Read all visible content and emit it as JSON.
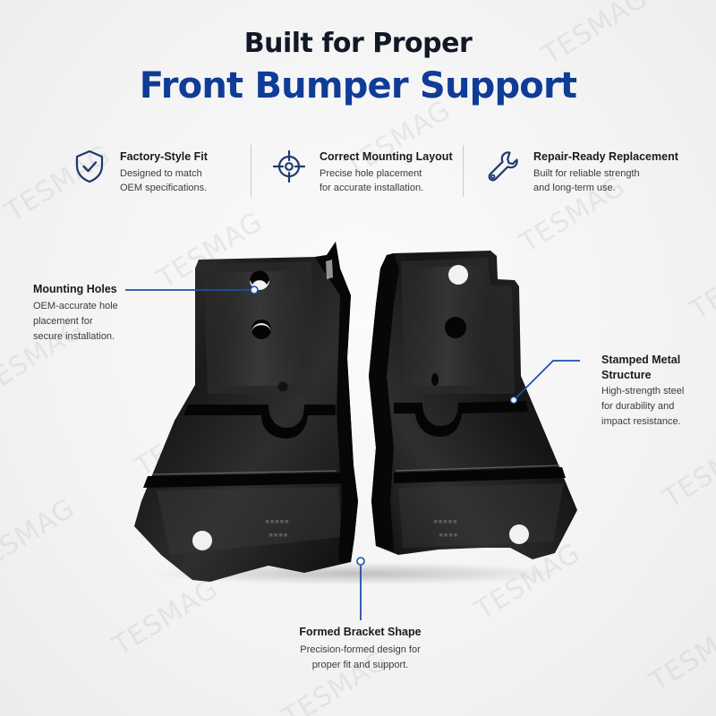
{
  "heading": {
    "line1": "Built for Proper",
    "line2": "Front Bumper Support",
    "accent_color": "#0f3c96"
  },
  "features": [
    {
      "icon": "shield-check-icon",
      "title": "Factory-Style Fit",
      "desc_line1": "Designed to match",
      "desc_line2": "OEM specifications."
    },
    {
      "icon": "crosshair-target-icon",
      "title": "Correct Mounting Layout",
      "desc_line1": "Precise hole placement",
      "desc_line2": "for accurate installation."
    },
    {
      "icon": "wrench-icon",
      "title": "Repair-Ready Replacement",
      "desc_line1": "Built for reliable strength",
      "desc_line2": "and long-term use."
    }
  ],
  "callouts": {
    "mounting_holes": {
      "title": "Mounting Holes",
      "desc_line1": "OEM-accurate hole",
      "desc_line2": "placement for",
      "desc_line3": "secure installation."
    },
    "stamped_metal": {
      "title_line1": "Stamped Metal",
      "title_line2": "Structure",
      "desc_line1": "High-strength steel",
      "desc_line2": "for durability and",
      "desc_line3": "impact resistance."
    },
    "formed_bracket": {
      "title": "Formed Bracket Shape",
      "desc_line1": "Precision-formed design for",
      "desc_line2": "proper fit and support."
    },
    "line_color": "#1d4fa6"
  },
  "watermark": "TESMAG"
}
